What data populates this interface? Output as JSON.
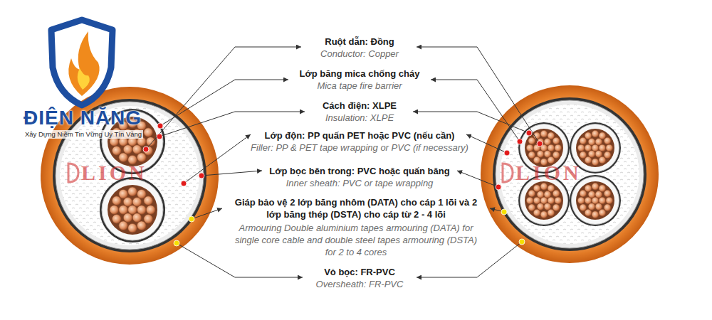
{
  "diagram": {
    "labels": [
      "ĐIỆN NĂNG",
      "Xây Dựng Niềm Tin Vững Uy Tín Vàng",
      "Ruột dẫn: Đồng",
      "Conductor: Copper",
      "Lớp băng mica chống cháy",
      "Mica tape fire barrier",
      "Cách điện: XLPE",
      "Insulation: XLPE",
      "Lớp độn: PP quấn PET hoặc PVC (nếu cần)",
      "Filler: PP & PET tape wrapping or PVC (if necessary)",
      "Lớp bọc bên trong: PVC hoặc quấn băng",
      "Inner sheath: PVC or tape wrapping",
      "Giáp bảo vệ 2 lớp băng nhôm (DATA) cho cáp 1 lõi và 2 lớp băng thép (DSTA) cho cáp từ 2 - 4 lõi",
      "Armouring Double aluminium tapes armouring (DATA) for single core cable and double steel tapes armouring (DSTA) for 2 to 4 cores",
      "Vỏ bọc: FR-PVC",
      "Oversheath: FR-PVC",
      "LION",
      "LION"
    ]
  }
}
